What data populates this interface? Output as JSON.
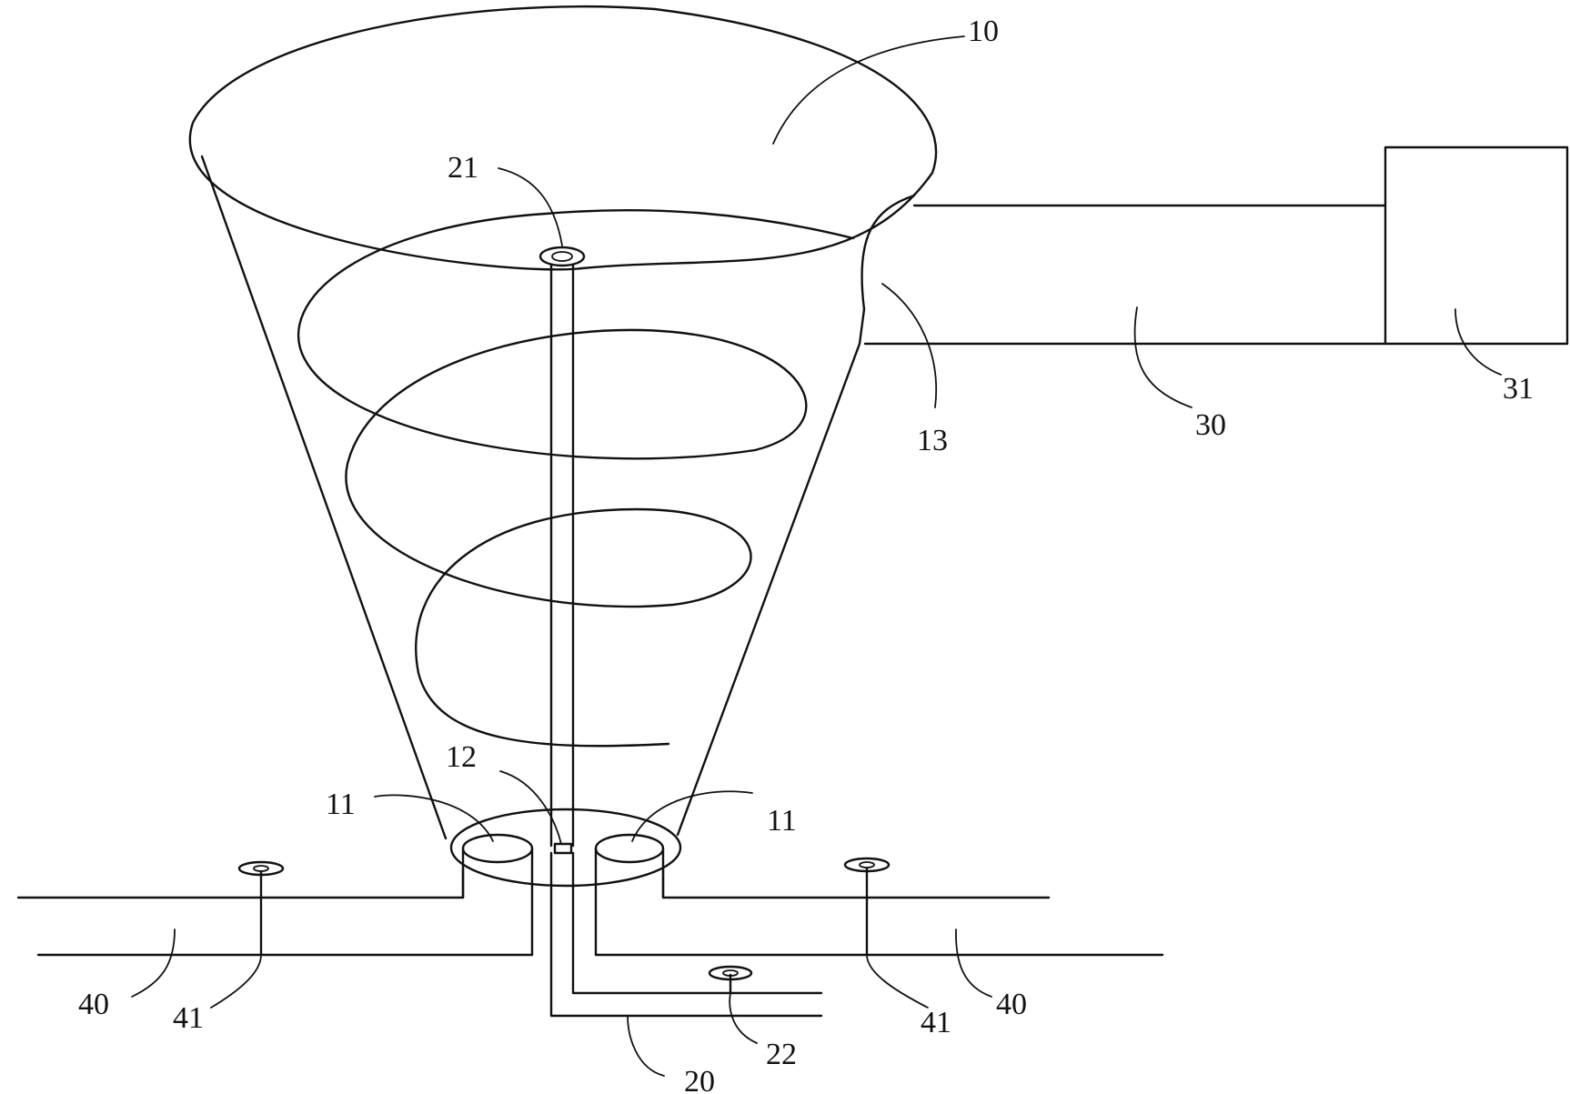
{
  "labels": {
    "l10": "10",
    "l21": "21",
    "l13": "13",
    "l30": "30",
    "l31": "31",
    "l12": "12",
    "l11_left": "11",
    "l11_right": "11",
    "l40_left": "40",
    "l41_left": "41",
    "l41_right": "41",
    "l40_right": "40",
    "l22": "22",
    "l20": "20"
  }
}
